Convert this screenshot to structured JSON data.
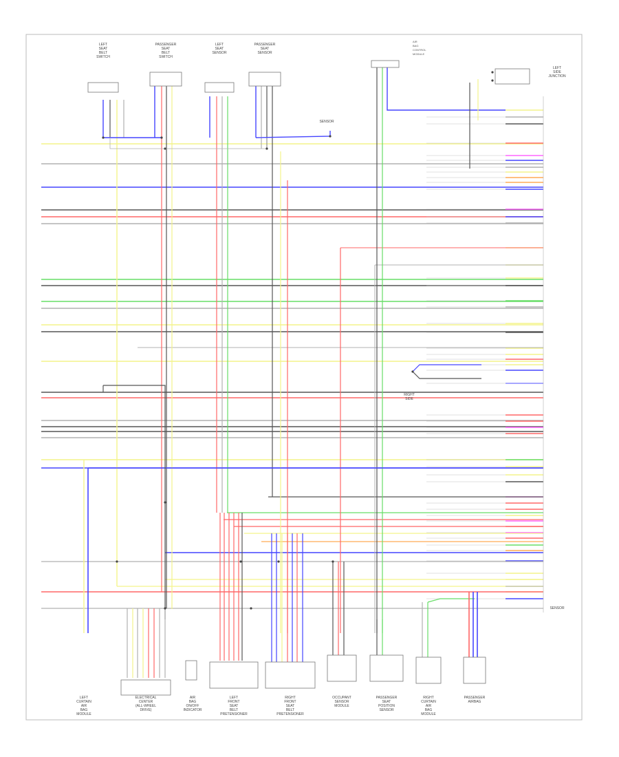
{
  "diagram": {
    "frame_tag": "",
    "top_components": [
      {
        "id": "c1",
        "label": "LEFT SEAT BELT SWITCH"
      },
      {
        "id": "c2",
        "label": "PASSENGER SEAT BELT SWITCH"
      },
      {
        "id": "c3",
        "label": "LEFT SEAT SENSOR"
      },
      {
        "id": "c4",
        "label": "PASSENGER SEAT SENSOR"
      }
    ],
    "bottom_components": [
      {
        "id": "b1",
        "label": "LEFT CURTAIN AIR BAG MODULE"
      },
      {
        "id": "b2",
        "label": "ELECTRICAL CENTER (ALL-WHEEL DRIVE)"
      },
      {
        "id": "b3",
        "label": "AIR BAG ON/OFF INDICATOR"
      },
      {
        "id": "b4",
        "label": "LEFT FRONT SEAT BELT PRETENSIONER"
      },
      {
        "id": "b5",
        "label": "RIGHT FRONT SEAT BELT PRETENSIONER"
      },
      {
        "id": "b6",
        "label": "OCCUPANT SENSOR MODULE"
      },
      {
        "id": "b7",
        "label": "PASSENGER SEAT POSITION SENSOR"
      },
      {
        "id": "b8",
        "label": "RIGHT CURTAIN AIR BAG MODULE"
      },
      {
        "id": "b9",
        "label": "PASSENGER AIRBAG"
      }
    ],
    "side_notes": [
      {
        "id": "n1",
        "label": "AIR BAG CONTROL MODULE"
      },
      {
        "id": "n2",
        "label": "LEFT SIDE JUNCTION"
      },
      {
        "id": "n3",
        "label": "RIGHT SIDE"
      },
      {
        "id": "n4",
        "label": "SENSOR"
      }
    ],
    "wire_colors": {
      "yellow": "#f4f48a",
      "blue": "#4444ff",
      "red": "#ff6666",
      "green": "#66dd66",
      "gray": "#b0b0b0",
      "black": "#555555",
      "orange": "#ffaa55",
      "pink": "#ff66ff",
      "lightblue": "#8888ff"
    }
  }
}
